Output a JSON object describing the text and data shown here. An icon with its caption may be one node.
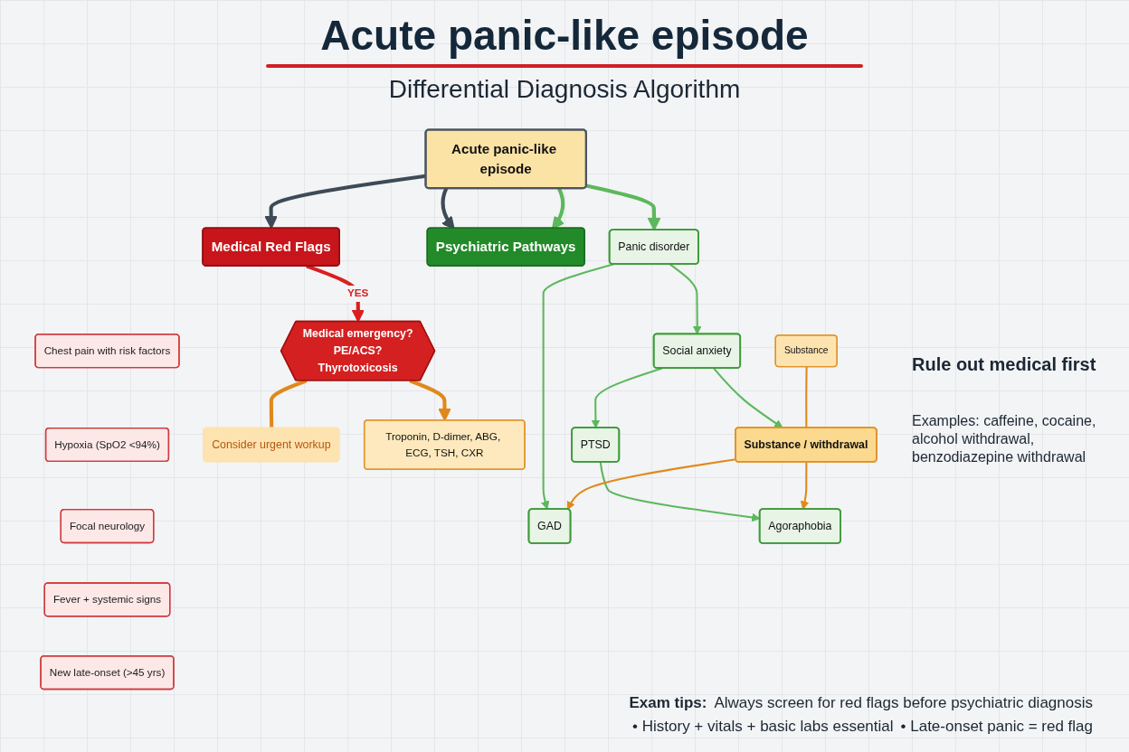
{
  "diagram": {
    "title": "Acute panic-like episode",
    "nodes": [
      {
        "text": [
          "Acute panic-like episode"
        ]
      },
      {
        "text": [
          "Medical Red Flags"
        ]
      },
      {
        "text": [
          "Chest pain with risk factors"
        ]
      },
      {
        "text": [
          "Hypoxia (SpO2 <94%)"
        ]
      },
      {
        "text": [
          "Focal neurology"
        ]
      },
      {
        "text": [
          "Fever + systemic signs"
        ]
      },
      {
        "text": [
          "New late-onset (>45 yrs)"
        ]
      },
      {
        "text": [
          "Medical emergency?",
          "PE/ACS?",
          "Thyrotoxicosis"
        ]
      },
      {
        "text": [
          "Consider urgent workup"
        ]
      },
      {
        "text": [
          "Troponin, D-dimer, ABG, ECG, TSH, CXR"
        ]
      },
      {
        "text": [
          "Psychiatric Pathways"
        ]
      },
      {
        "text": [
          "Panic disorder"
        ]
      },
      {
        "text": [
          "Social anxiety"
        ]
      },
      {
        "text": [
          "PTSD"
        ]
      },
      {
        "text": [
          "Substance"
        ]
      },
      {
        "text": [
          "GAD"
        ]
      },
      {
        "text": [
          "Substance / withdrawal"
        ]
      },
      {
        "text": [
          "Agoraphobia"
        ]
      }
    ],
    "edges": [
      {
        "from": 0,
        "to": 1,
        "arrow": "to",
        "style": "thick",
        "color": "#3e4a56"
      },
      {
        "from": 0,
        "to": 10,
        "arrow": "to",
        "style": "thick",
        "color": "#3e4a56"
      },
      {
        "from": 0,
        "to": 10,
        "arrow": "to",
        "style": "thick"
      },
      {
        "from": 0,
        "to": 11,
        "arrow": "to",
        "style": "thick"
      },
      {
        "from": 1,
        "to": 7,
        "label": "YES",
        "arrow": "to",
        "style": "thick",
        "color": "#d9201f"
      },
      {
        "from": 7,
        "to": 8,
        "arrow": "none",
        "style": "thick",
        "color": "#e0891a"
      },
      {
        "from": 7,
        "to": 9,
        "arrow": "to",
        "style": "thick",
        "color": "#e0891a"
      },
      {
        "from": 11,
        "to": 12,
        "arrow": "to"
      },
      {
        "from": 12,
        "to": 13,
        "arrow": "to"
      },
      {
        "from": 11,
        "to": 15,
        "arrow": "to"
      },
      {
        "from": 12,
        "to": 16,
        "arrow": "to"
      },
      {
        "from": 13,
        "to": 17,
        "arrow": "to"
      },
      {
        "from": 16,
        "to": 15,
        "arrow": "to",
        "color": "#e0891a"
      },
      {
        "from": 16,
        "to": 17,
        "arrow": "to",
        "color": "#e0891a"
      },
      {
        "from": 14,
        "to": 16,
        "arrow": "none",
        "color": "#e0891a"
      }
    ],
    "labels": [
      "Differential Diagnosis Algorithm",
      "Rule out medical first",
      "Examples: caffeine, cocaine, alcohol withdrawal, benzodiazepine withdrawal",
      "Exam tips:",
      "Always screen for red flags before psychiatric diagnosis",
      "• History + vitals + basic labs essential",
      "• Late-onset panic = red flag"
    ]
  }
}
